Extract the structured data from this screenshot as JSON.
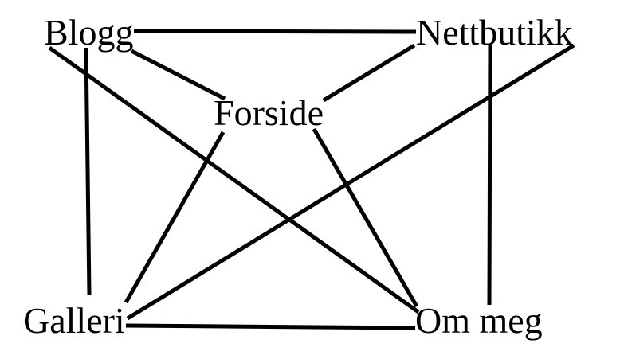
{
  "nodes": [
    {
      "id": "blogg",
      "label": "Blogg"
    },
    {
      "id": "nettbutikk",
      "label": "Nettbutikk"
    },
    {
      "id": "forside",
      "label": "Forside"
    },
    {
      "id": "galleri",
      "label": "Galleri"
    },
    {
      "id": "om-meg",
      "label": "Om meg"
    }
  ],
  "edges": [
    {
      "from": "blogg",
      "to": "nettbutikk"
    },
    {
      "from": "blogg",
      "to": "forside"
    },
    {
      "from": "blogg",
      "to": "galleri"
    },
    {
      "from": "blogg",
      "to": "om-meg"
    },
    {
      "from": "nettbutikk",
      "to": "forside"
    },
    {
      "from": "nettbutikk",
      "to": "galleri"
    },
    {
      "from": "nettbutikk",
      "to": "om-meg"
    },
    {
      "from": "forside",
      "to": "galleri"
    },
    {
      "from": "forside",
      "to": "om-meg"
    },
    {
      "from": "galleri",
      "to": "om-meg"
    }
  ]
}
